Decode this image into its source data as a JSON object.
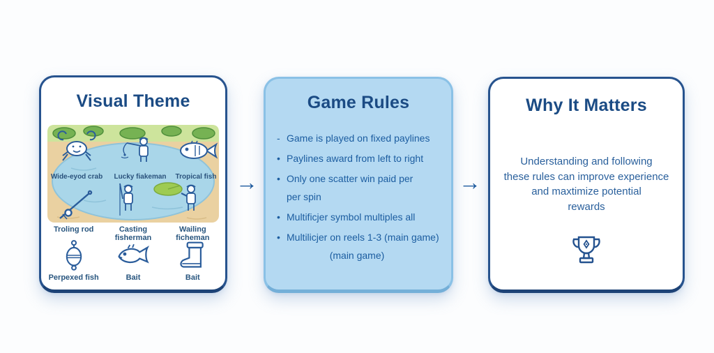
{
  "colors": {
    "accent_navy": "#1b4b84",
    "body_blue": "#1c5da0",
    "rules_card_bg": "#b4d9f2",
    "rules_card_border": "#8ac1e6",
    "card_border": "#27538e",
    "pond_water": "#a9d6e9",
    "sand": "#ead1a1",
    "bush_green": "#76b253"
  },
  "cards": {
    "visual_theme": {
      "title": "Visual Theme",
      "pond_labels": [
        {
          "icon": "crab-icon",
          "label": "Wide-eyod crab"
        },
        {
          "icon": "fisherman-icon",
          "label": "Lucky fiakeman"
        },
        {
          "icon": "tropical-fish-icon",
          "label": "Tropical fish"
        }
      ],
      "shore_labels": [
        {
          "icon": "fishing-rod-icon",
          "label": "Troling rod"
        },
        {
          "icon": "casting-fisherman-icon",
          "label": "Casting fisherman"
        },
        {
          "icon": "wailing-fisherman-icon",
          "label": "Wailing ficheman"
        }
      ],
      "bottom_icons": [
        {
          "icon": "bobber-icon",
          "label": "Perpexed fish"
        },
        {
          "icon": "fish-icon",
          "label": "Bait"
        },
        {
          "icon": "boot-icon",
          "label": "Bait"
        }
      ]
    },
    "game_rules": {
      "title": "Game Rules",
      "items": [
        {
          "marker": "-",
          "text": "Game is played on fixed paylines"
        },
        {
          "marker": "•",
          "text": "Paylines award from left to right"
        },
        {
          "marker": "•",
          "text": "Only one scatter win paid per",
          "text2": "per spin"
        },
        {
          "marker": "•",
          "text": "Multificjer symbol multiples all"
        },
        {
          "marker": "•",
          "text": "Multilicjer on reels 1-3 (main game)",
          "text2": "(main game)"
        }
      ]
    },
    "why_it_matters": {
      "title": "Why It Matters",
      "lines": [
        "Understanding and following",
        "these rules can improve experience",
        "and maxtimize potential",
        "rewards"
      ],
      "icon": "trophy-icon"
    }
  },
  "arrows": {
    "glyph": "→"
  }
}
